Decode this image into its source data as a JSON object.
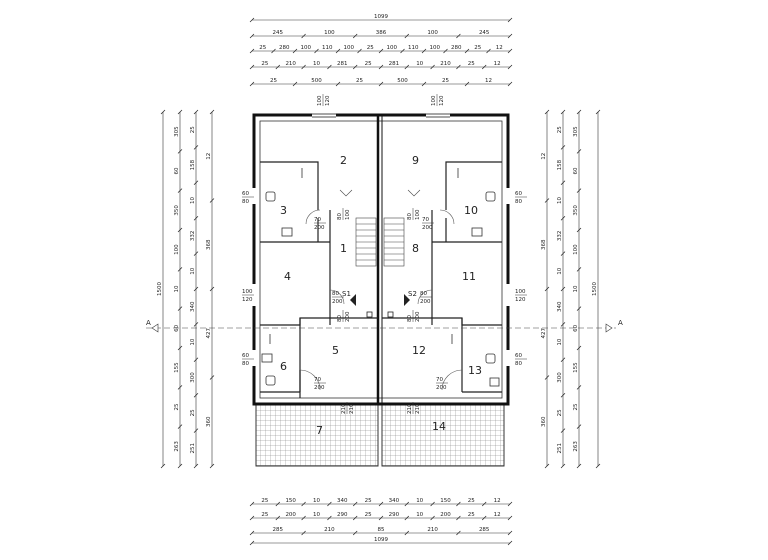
{
  "top_dims": {
    "overall": "1099",
    "row1": [
      "245",
      "100",
      "386",
      "100",
      "245"
    ],
    "row2": [
      "25",
      "280",
      "100",
      "110",
      "100",
      "25",
      "100",
      "110",
      "100",
      "280",
      "25",
      "12"
    ],
    "row3": [
      "25",
      "210",
      "10",
      "281",
      "25",
      "281",
      "10",
      "210",
      "25",
      "12"
    ],
    "row4": [
      "25",
      "500",
      "25",
      "500",
      "25",
      "12"
    ]
  },
  "bottom_dims": {
    "overall": "1099",
    "row1": [
      "25",
      "150",
      "10",
      "340",
      "25",
      "340",
      "10",
      "150",
      "25",
      "12"
    ],
    "row2": [
      "25",
      "200",
      "10",
      "290",
      "25",
      "290",
      "10",
      "200",
      "25",
      "12"
    ],
    "row3": [
      "285",
      "210",
      "85",
      "210",
      "285"
    ]
  },
  "left_dims": {
    "col1": [
      "1500"
    ],
    "col2": [
      "305",
      "60",
      "350",
      "100",
      "10",
      "60",
      "155",
      "25",
      "263"
    ],
    "col3": [
      "25",
      "158",
      "10",
      "332",
      "10",
      "340",
      "10",
      "300",
      "25",
      "251"
    ],
    "col4": [
      "12",
      "368",
      "427",
      "360"
    ]
  },
  "right_dims": {
    "col1": [
      "1500"
    ],
    "col2": [
      "305",
      "60",
      "350",
      "100",
      "10",
      "60",
      "155",
      "25",
      "263"
    ],
    "col3": [
      "25",
      "158",
      "10",
      "332",
      "10",
      "340",
      "10",
      "300",
      "25",
      "251"
    ],
    "col4": [
      "12",
      "368",
      "427",
      "360"
    ]
  },
  "rooms": [
    "1",
    "2",
    "3",
    "4",
    "5",
    "6",
    "7",
    "8",
    "9",
    "10",
    "11",
    "12",
    "13",
    "14"
  ],
  "openings": {
    "win_top_a": [
      "100",
      "120"
    ],
    "win_top_b": [
      "100",
      "120"
    ],
    "win_left_1": [
      "60",
      "80"
    ],
    "win_left_2": [
      "100",
      "120"
    ],
    "win_left_3": [
      "60",
      "80"
    ],
    "win_right_1": [
      "60",
      "80"
    ],
    "win_right_2": [
      "100",
      "120"
    ],
    "win_right_3": [
      "60",
      "80"
    ],
    "door_3": [
      "70",
      "200"
    ],
    "door_10": [
      "70",
      "200"
    ],
    "door_s1": [
      "80",
      "200"
    ],
    "door_s2": [
      "80",
      "200"
    ],
    "door_6": [
      "70",
      "200"
    ],
    "door_13": [
      "70",
      "200"
    ],
    "stair_left": [
      "80",
      "100"
    ],
    "stair_right": [
      "80",
      "100"
    ],
    "terrace_left": [
      "210",
      "210"
    ],
    "terrace_right": [
      "210",
      "210"
    ],
    "low_left": [
      "80",
      "200"
    ],
    "low_right": [
      "80",
      "200"
    ]
  },
  "section_labels": {
    "s1": "S1",
    "s2": "S2",
    "cut_left": "A",
    "cut_right": "A"
  },
  "colors": {
    "wall": "#111111",
    "line": "#333333",
    "hatch": "#555555"
  }
}
